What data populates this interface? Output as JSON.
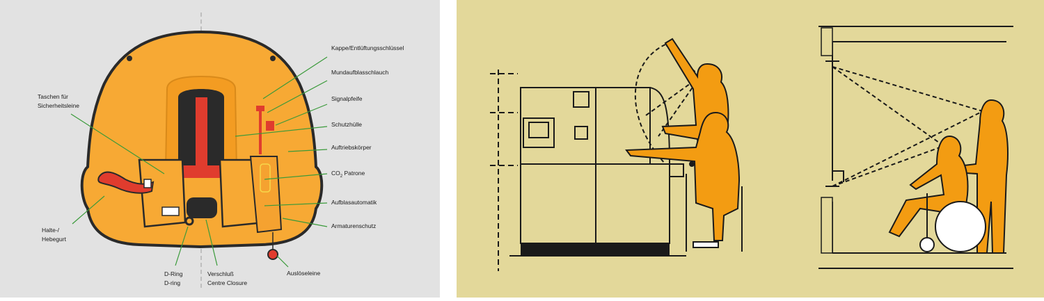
{
  "colors": {
    "left_bg": "#e2e2e2",
    "right_bg": "#e3d89a",
    "vest_orange": "#f7a934",
    "vest_dark": "#2a2a2a",
    "strap_red": "#e03c2e",
    "pointer_green": "#3a9a3a",
    "figure_orange": "#f39c12",
    "line": "#1a1a1a"
  },
  "life_jacket": {
    "labels": {
      "kappe": "Kappe/Entlüftungsschlüssel",
      "mund": "Mundaufblasschlauch",
      "signal": "Signalpfeife",
      "schutz": "Schutzhülle",
      "auftrieb": "Auftriebskörper",
      "co2_main": "CO",
      "co2_sub": "2",
      "co2_rest": " Patrone",
      "aufblas": "Aufblasautomatik",
      "armatur": "Armaturenschutz",
      "ausloese": "Auslöseleine",
      "taschen_1": "Taschen für",
      "taschen_2": "Sicherheitsleine",
      "halte_1": "Halte-/",
      "halte_2": "Hebegurt",
      "dring_1": "D-Ring",
      "dring_2": "D-ring",
      "versch_1": "Verschluß",
      "versch_2": "Centre Closure"
    }
  },
  "accessibility": {
    "icons": [
      "atm-machine-icon",
      "standing-person-icon",
      "wheelchair-user-icon",
      "mirror-icon"
    ]
  }
}
